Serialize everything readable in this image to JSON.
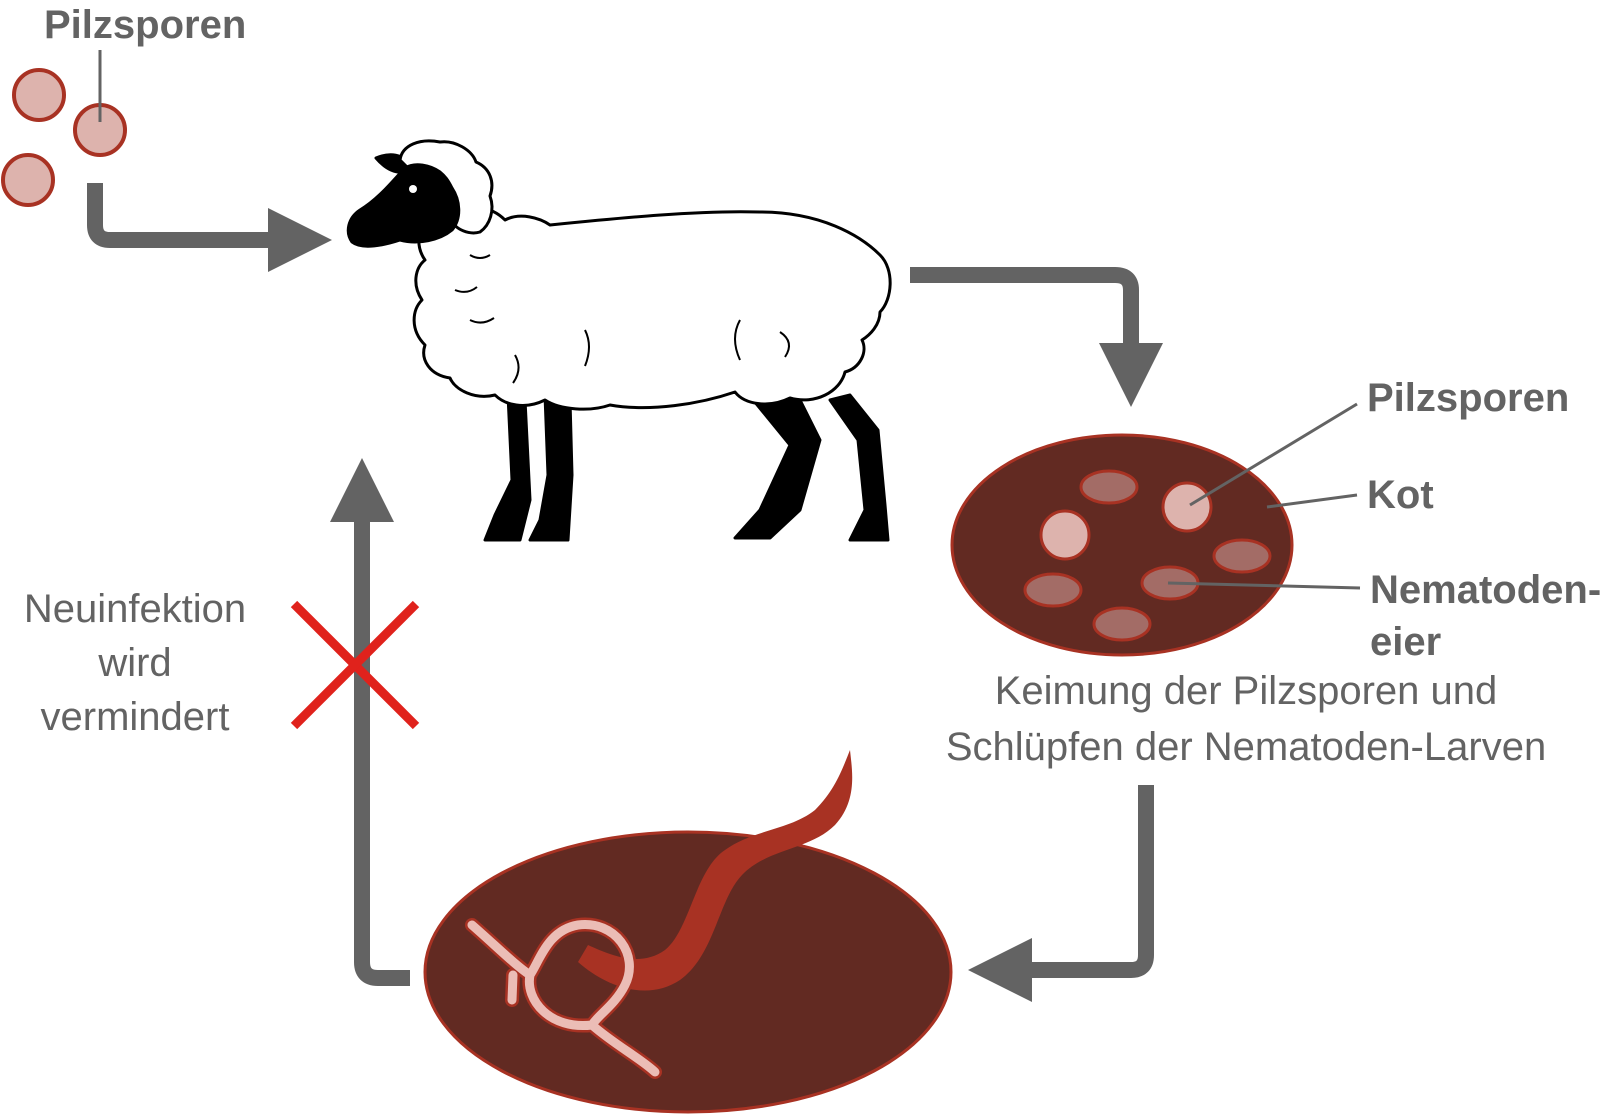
{
  "labels": {
    "spores_top": "Pilzsporen",
    "spores_right": "Pilzsporen",
    "kot": "Kot",
    "nematode_line1": "Nematoden-",
    "nematode_line2": "eier",
    "germination_line1": "Keimung der Pilzsporen und",
    "germination_line2": "Schlüpfen der Nematoden-Larven",
    "reinfection_line1": "Neuinfektion",
    "reinfection_line2": "wird",
    "reinfection_line3": "vermindert"
  },
  "colors": {
    "arrow": "#636363",
    "label_text": "#636363",
    "spore_fill": "#ddb3ad",
    "spore_stroke": "#a83223",
    "feces_fill": "#622a22",
    "feces_stroke": "#a83223",
    "egg_fill": "#a36c66",
    "larva_red": "#a83223",
    "larva_pale": "#ebbdb6",
    "cross": "#e0221c",
    "sheep_face": "#000000",
    "sheep_wool": "#ffffff"
  },
  "icons": {
    "animal": "sheep-icon",
    "spore": "spore-circle-icon",
    "feces": "feces-oval-icon",
    "larva": "nematode-larva-icon",
    "blocked": "x-cross-icon"
  }
}
